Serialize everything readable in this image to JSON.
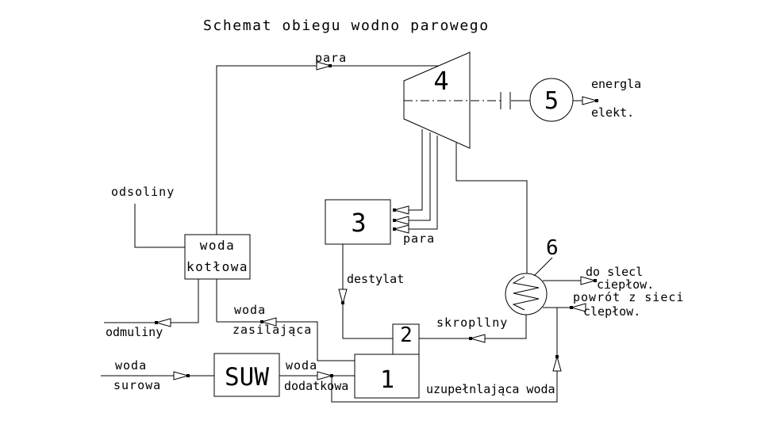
{
  "title": "Schemat obiegu wodno parowego",
  "colors": {
    "line": "#000000",
    "background": "#ffffff"
  },
  "nodes": {
    "turbine": {
      "id": "4"
    },
    "generator": {
      "id": "5"
    },
    "expander": {
      "id": "3"
    },
    "condenser": {
      "id": "2"
    },
    "feedwater_tank": {
      "id": "1"
    },
    "heat_exchanger": {
      "id": "6"
    },
    "boiler_water_box": {
      "line1": "woda",
      "line2": "kotłowa"
    },
    "suw_box": {
      "label": "SUW"
    }
  },
  "flow_labels": {
    "para_to_turbine": "para",
    "para_to_expander": "para",
    "energia_line1": "energla",
    "energia_line2": "elekt.",
    "odsoliny": "odsoliny",
    "odmuliny": "odmuliny",
    "woda_zasilajaca_line1": "woda",
    "woda_zasilajaca_line2": "zasilająca",
    "woda_surowa_line1": "woda",
    "woda_surowa_line2": "surowa",
    "woda_dodatkowa_line1": "woda",
    "woda_dodatkowa_line2": "dodatkowa",
    "destylat": "destylat",
    "skropliny": "skropllny",
    "uzupelniajaca_woda": "uzupełnlająca woda",
    "do_sieci_line1": "do slecl",
    "do_sieci_line2": "ciepłow.",
    "powrot_line1": "powrót z sieci",
    "powrot_line2": "clepłow."
  }
}
